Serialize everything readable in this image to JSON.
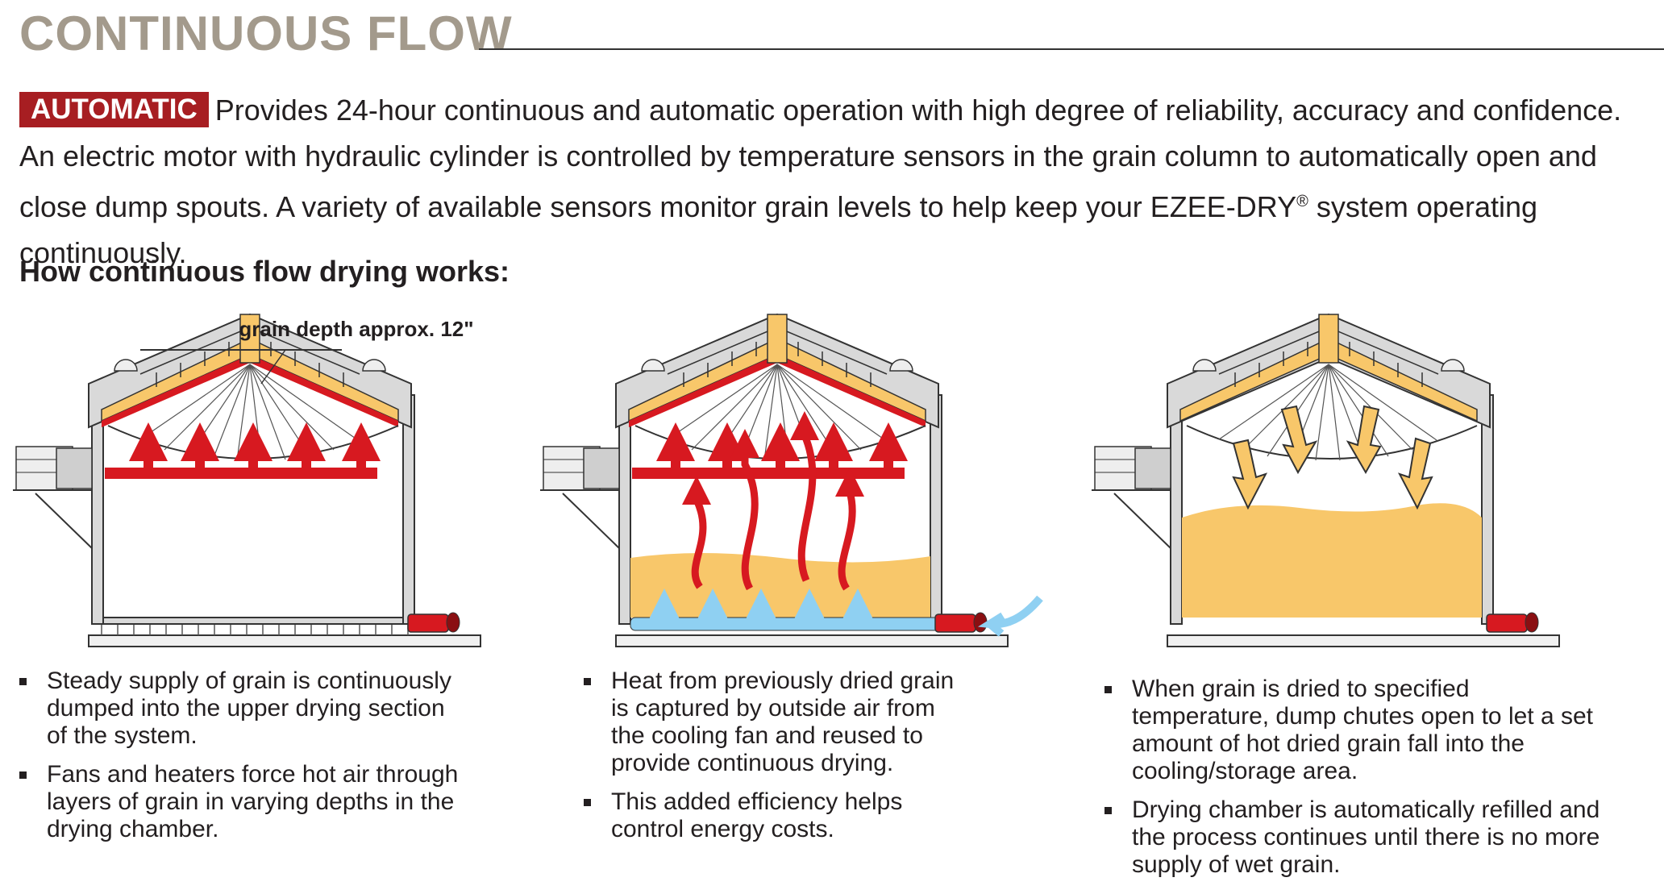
{
  "header": {
    "title": "CONTINUOUS FLOW"
  },
  "intro": {
    "badge": "AUTOMATIC",
    "line1": "Provides 24-hour continuous and automatic operation with high degree of reliability, accuracy and confidence.",
    "line2": "An electric motor with hydraulic cylinder is controlled by temperature sensors in the grain column to automatically open and",
    "line3_a": "close dump spouts. A variety of available sensors monitor grain levels to help keep your EZEE-DRY",
    "line3_reg": "®",
    "line3_b": " system operating continuously."
  },
  "section": {
    "heading": "How continuous flow drying works:"
  },
  "diagrams": {
    "annotation": "grain depth approx. 12\"",
    "colors": {
      "grain": "#f8c76a",
      "heat": "#d71920",
      "cool_air": "#8fd0f2",
      "steel": "#d9d9d9",
      "outline": "#333333",
      "fall_arrow": "#f8c76a"
    }
  },
  "steps": [
    {
      "bullets": [
        "Steady supply of grain is continuously dumped into the upper drying section of the system.",
        "Fans and heaters force hot air through layers of grain in varying depths in the drying chamber."
      ]
    },
    {
      "bullets": [
        "Heat from previously dried grain is captured by outside air from the cooling fan and reused to provide continuous drying.",
        "This added efficiency helps control energy costs."
      ]
    },
    {
      "bullets": [
        "When grain is dried to specified temperature, dump chutes open to let a set amount of hot dried grain fall into the cooling/storage area.",
        "Drying chamber is automatically refilled and the process continues until there is no more supply of wet grain."
      ]
    }
  ]
}
